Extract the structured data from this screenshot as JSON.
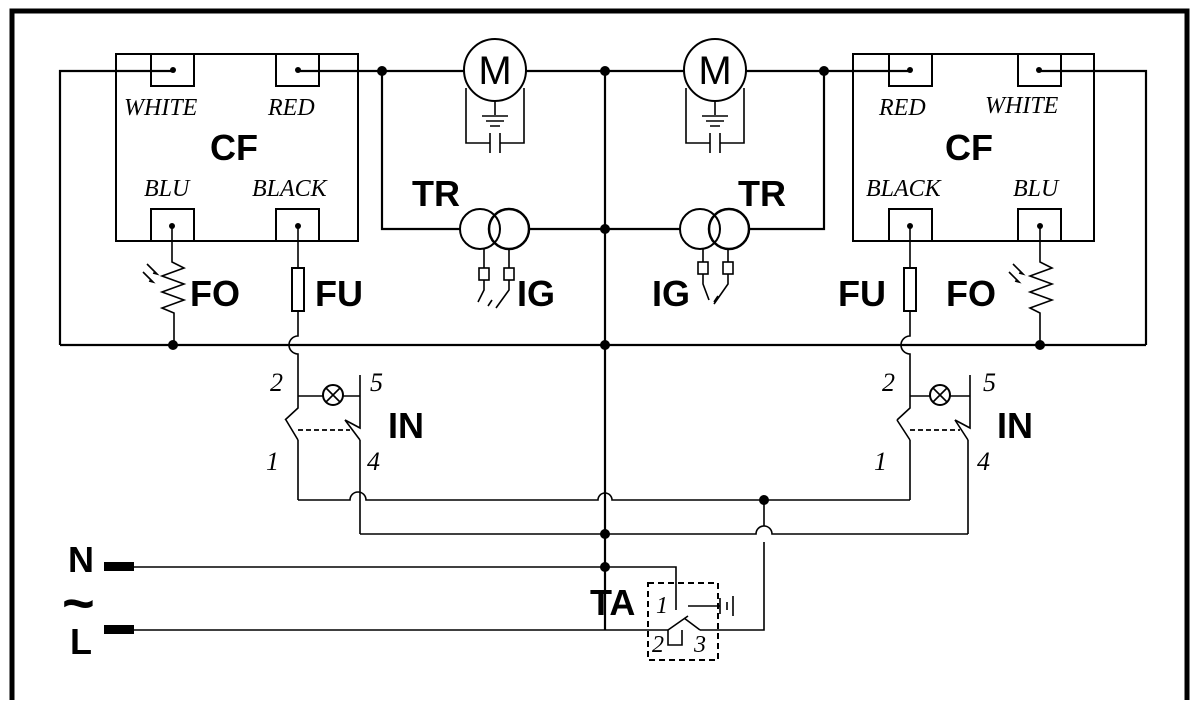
{
  "left_unit": {
    "cf_label": "CF",
    "terminal_white": "WHITE",
    "terminal_red": "RED",
    "terminal_blu": "BLU",
    "terminal_black": "BLACK",
    "fo_label": "FO",
    "fu_label": "FU",
    "tr_label": "TR",
    "ig_label": "IG",
    "motor_label": "M",
    "in_label": "IN",
    "switch_pin_1": "1",
    "switch_pin_2": "2",
    "switch_pin_4": "4",
    "switch_pin_5": "5"
  },
  "right_unit": {
    "cf_label": "CF",
    "terminal_white": "WHITE",
    "terminal_red": "RED",
    "terminal_blu": "BLU",
    "terminal_black": "BLACK",
    "fo_label": "FO",
    "fu_label": "FU",
    "tr_label": "TR",
    "ig_label": "IG",
    "motor_label": "M",
    "in_label": "IN",
    "switch_pin_1": "1",
    "switch_pin_2": "2",
    "switch_pin_4": "4",
    "switch_pin_5": "5"
  },
  "supply": {
    "neutral_label": "N",
    "line_label": "L",
    "ac_symbol": "~"
  },
  "thermostat": {
    "label": "TA",
    "pin_1": "1",
    "pin_2": "2",
    "pin_3": "3"
  }
}
